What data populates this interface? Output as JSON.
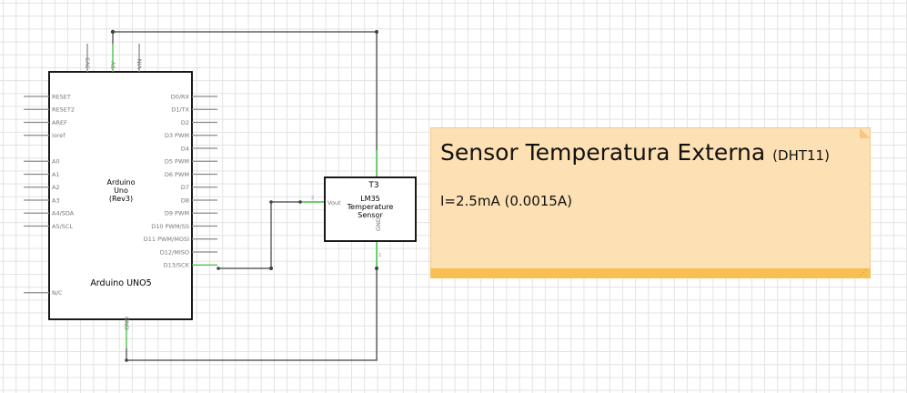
{
  "arduino": {
    "name": "Arduino UNO5",
    "board_lines": [
      "Arduino",
      "Uno",
      "(Rev3)"
    ],
    "top_pins": [
      "3V3",
      "5V",
      "VIN"
    ],
    "bottom_pin": "GND",
    "left_pins": [
      "RESET",
      "RESET2",
      "AREF",
      "ioref",
      "A0",
      "A1",
      "A2",
      "A3",
      "A4/SDA",
      "A5/SCL",
      "N/C"
    ],
    "right_pins": [
      "D0/RX",
      "D1/TX",
      "D2",
      "D3 PWM",
      "D4",
      "D5 PWM",
      "D6 PWM",
      "D7",
      "D8",
      "D9 PWM",
      "D10 PWM/SS",
      "D11 PWM/MOSI",
      "D12/MISO",
      "D13/SCK"
    ]
  },
  "sensor": {
    "id": "T3",
    "lines": [
      "LM35",
      "Temperature",
      "Sensor"
    ],
    "pin_vout": "Vout",
    "pin_gnd": "GND",
    "pin_num_vout": "2",
    "pin_num_gnd": "1"
  },
  "note": {
    "title": "Sensor Temperatura Externa",
    "title_suffix": "(DHT11)",
    "body": "I=2.5mA (0.0015A)"
  },
  "colors": {
    "wire": "#404040",
    "pin_active": "#3dbf3d",
    "pin_idle": "#8a8a8a",
    "note_bg": "#fde0b3",
    "note_bar": "#f8bf55"
  }
}
